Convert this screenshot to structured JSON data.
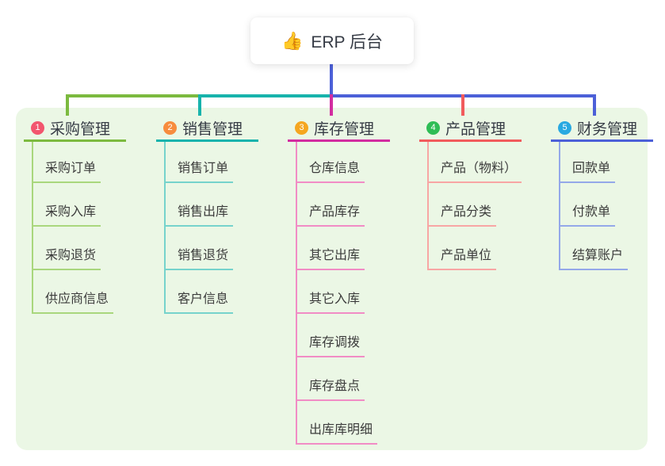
{
  "root": {
    "icon": "👍",
    "label": "ERP 后台"
  },
  "canvas": {
    "background": "#FFFFFF",
    "panel_color": "#EBF7E5",
    "trunk_color": "#4C60D8"
  },
  "branches": [
    {
      "index": "1",
      "label": "采购管理",
      "badge_color": "#F2566E",
      "line_color": "#7CBA3F",
      "child_line_color": "#A9D77D",
      "children": [
        "采购订单",
        "采购入库",
        "采购退货",
        "供应商信息"
      ]
    },
    {
      "index": "2",
      "label": "销售管理",
      "badge_color": "#F78C3E",
      "line_color": "#17B3AC",
      "child_line_color": "#76D3CC",
      "children": [
        "销售订单",
        "销售出库",
        "销售退货",
        "客户信息"
      ]
    },
    {
      "index": "3",
      "label": "库存管理",
      "badge_color": "#F5A620",
      "line_color": "#D22DA0",
      "child_line_color": "#F18CC5",
      "children": [
        "仓库信息",
        "产品库存",
        "其它出库",
        "其它入库",
        "库存调拨",
        "库存盘点",
        "出库库明细"
      ]
    },
    {
      "index": "4",
      "label": "产品管理",
      "badge_color": "#2EBD55",
      "line_color": "#F15B5C",
      "child_line_color": "#F8A6A4",
      "children": [
        "产品（物料）",
        "产品分类",
        "产品单位"
      ]
    },
    {
      "index": "5",
      "label": "财务管理",
      "badge_color": "#29A9E1",
      "line_color": "#4C60D8",
      "child_line_color": "#94A8E9",
      "children": [
        "回款单",
        "付款单",
        "结算账户"
      ]
    }
  ]
}
